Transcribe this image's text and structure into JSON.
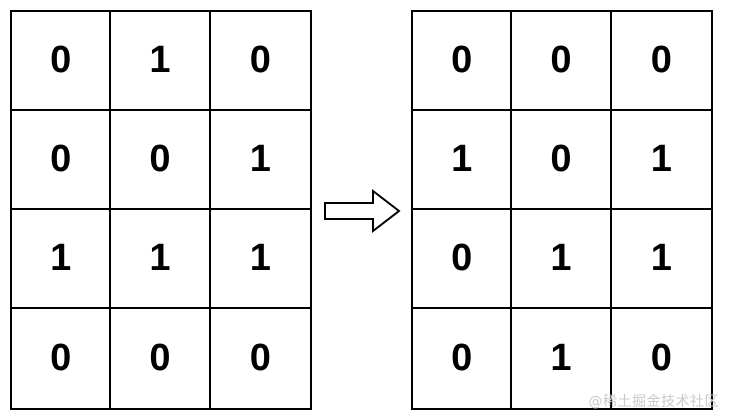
{
  "left_grid": {
    "rows": [
      [
        "0",
        "1",
        "0"
      ],
      [
        "0",
        "0",
        "1"
      ],
      [
        "1",
        "1",
        "1"
      ],
      [
        "0",
        "0",
        "0"
      ]
    ]
  },
  "right_grid": {
    "rows": [
      [
        "0",
        "0",
        "0"
      ],
      [
        "1",
        "0",
        "1"
      ],
      [
        "0",
        "1",
        "1"
      ],
      [
        "0",
        "1",
        "0"
      ]
    ]
  },
  "arrow": {
    "icon": "right-arrow-icon",
    "stroke_color": "#000000",
    "fill_color": "#ffffff"
  },
  "watermark": {
    "text": "@稀土掘金技术社区"
  },
  "colors": {
    "grid_line": "#000000",
    "text": "#000000",
    "background": "#ffffff"
  }
}
